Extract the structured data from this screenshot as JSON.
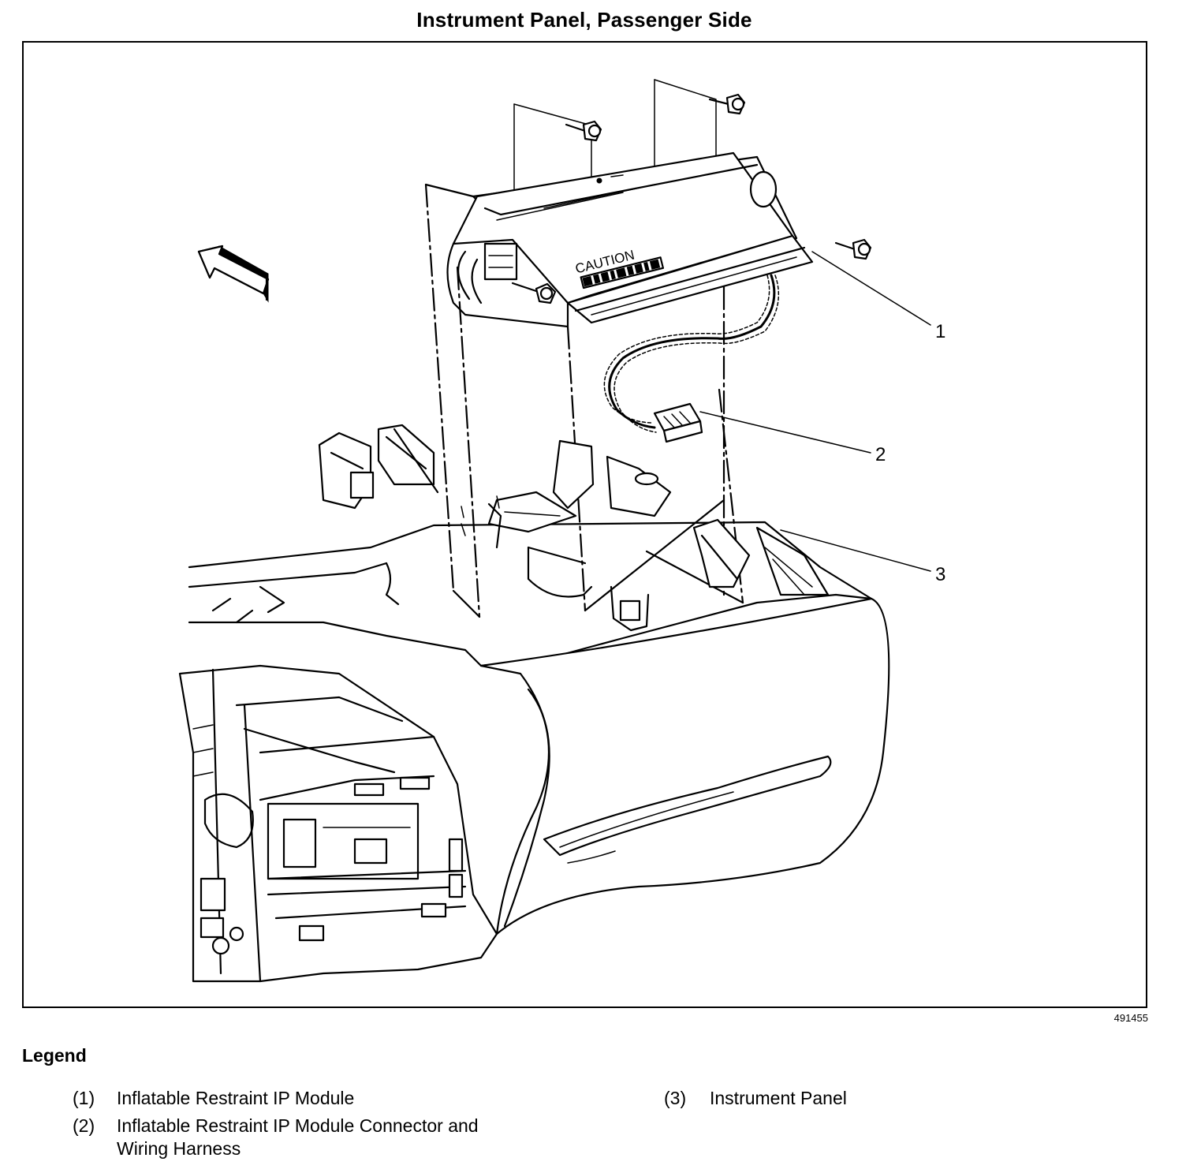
{
  "title": "Instrument Panel, Passenger Side",
  "figure_id": "491455",
  "diagram": {
    "caution_label": "CAUTION",
    "callouts": [
      "1",
      "2",
      "3"
    ]
  },
  "legend": {
    "heading": "Legend",
    "items": [
      {
        "num": "(1)",
        "text": "Inflatable Restraint IP Module"
      },
      {
        "num": "(2)",
        "text": "Inflatable Restraint IP Module Connector and Wiring Harness"
      },
      {
        "num": "(3)",
        "text": "Instrument Panel"
      }
    ]
  }
}
